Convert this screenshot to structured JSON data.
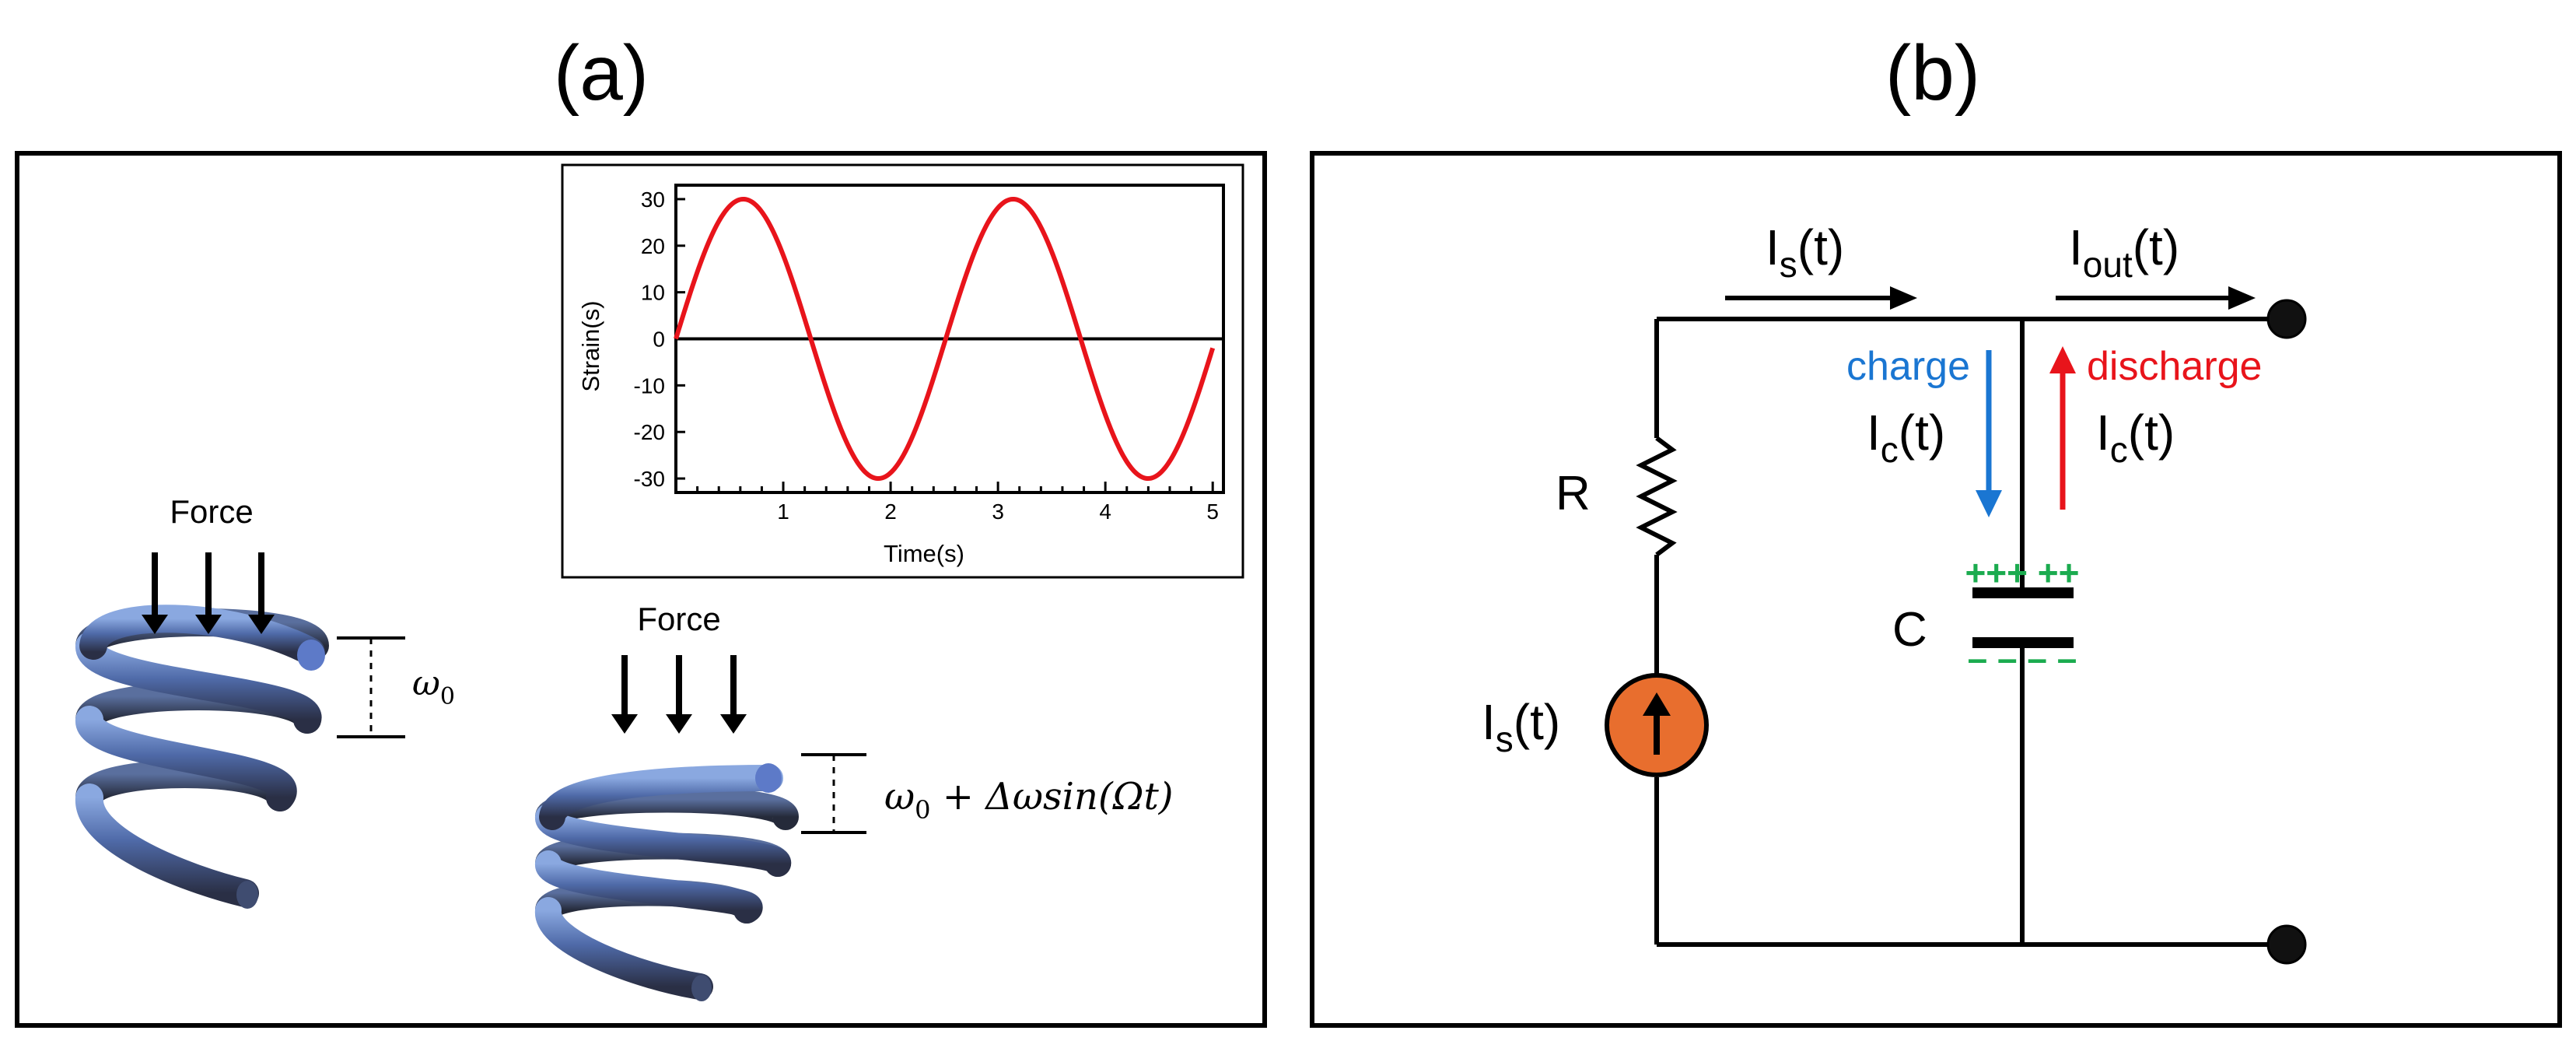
{
  "panel_a": {
    "label": "(a)",
    "force_label_1": "Force",
    "force_label_2": "Force",
    "gap_label_1": "ω",
    "gap_label_1_sub": "0",
    "gap_label_2_omega": "ω",
    "gap_label_2_sub": "0",
    "gap_label_2_rest": " + Δωsin(Ωt)"
  },
  "panel_b": {
    "label": "(b)",
    "is_top": "I",
    "is_top_sub": "s",
    "is_top_t": "(t)",
    "iout": "I",
    "iout_sub": "out",
    "iout_t": "(t)",
    "charge_label": "charge",
    "discharge_label": "discharge",
    "ic_left": "I",
    "ic_left_sub": "c",
    "ic_left_t": "(t)",
    "ic_right": "I",
    "ic_right_sub": "c",
    "ic_right_t": "(t)",
    "r_label": "R",
    "c_label": "C",
    "is_source": "I",
    "is_source_sub": "s",
    "is_source_t": "(t)",
    "plus_signs": "+++ ++",
    "minus_signs": "– – – –"
  },
  "colors": {
    "charge_blue": "#1a76d2",
    "discharge_red": "#e8141b",
    "capacitor_green": "#1bab4f",
    "source_orange": "#e86e2e",
    "sine_red": "#e8141b"
  },
  "chart_data": {
    "type": "line",
    "title": "",
    "xlabel": "Time(s)",
    "ylabel": "Strain(s)",
    "xlim": [
      0,
      5.1
    ],
    "ylim": [
      -33,
      33
    ],
    "xticks": [
      1,
      2,
      3,
      4,
      5
    ],
    "yticks": [
      30,
      20,
      10,
      0,
      -10,
      -20,
      -30
    ],
    "function": "30*sin(2.5*x)",
    "x_range": [
      0,
      5
    ],
    "grid": false,
    "zero_line": true
  }
}
